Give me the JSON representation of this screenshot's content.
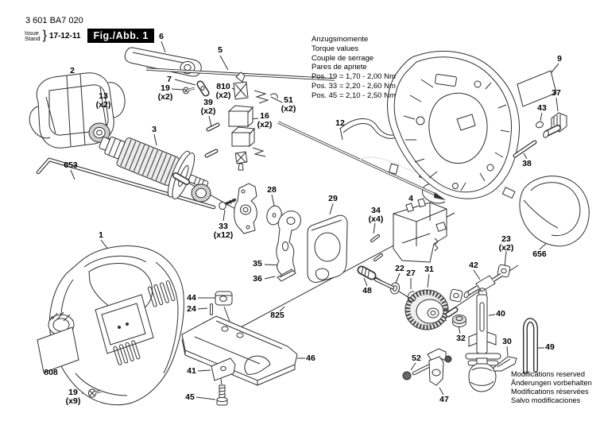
{
  "header": {
    "type_number": "3 601 BA7 020",
    "issue_line1": "Issue",
    "issue_line2": "Stand",
    "issue_date": "17-12-11",
    "figure_label": "Fig./Abb. 1"
  },
  "torque_note": {
    "lines": [
      "Anzugsmomente",
      "Torque values",
      "Couple de serrage",
      "Pares de apriete",
      "Pos. 19 = 1,70 - 2,00 Nm",
      "Pos. 33 = 2,20 - 2,60 Nm",
      "Pos. 45 = 2,10 - 2,50 Nm"
    ]
  },
  "footer_note": {
    "lines": [
      "Modifications reserved",
      "Änderungen vorbehalten",
      "Modifications réservées",
      "Salvo modificaciones"
    ]
  },
  "parts": {
    "p1": {
      "num": "1",
      "qty": ""
    },
    "p2": {
      "num": "2",
      "qty": ""
    },
    "p3": {
      "num": "3",
      "qty": ""
    },
    "p4": {
      "num": "4",
      "qty": ""
    },
    "p5": {
      "num": "5",
      "qty": ""
    },
    "p6": {
      "num": "6",
      "qty": ""
    },
    "p7": {
      "num": "7",
      "qty": ""
    },
    "p9": {
      "num": "9",
      "qty": ""
    },
    "p12": {
      "num": "12",
      "qty": ""
    },
    "p13": {
      "num": "13",
      "qty": "(x2)"
    },
    "p16": {
      "num": "16",
      "qty": "(x2)"
    },
    "p19a": {
      "num": "19",
      "qty": "(x2)"
    },
    "p19b": {
      "num": "19",
      "qty": "(x9)"
    },
    "p22": {
      "num": "22",
      "qty": ""
    },
    "p23": {
      "num": "23",
      "qty": "(x2)"
    },
    "p24": {
      "num": "24",
      "qty": ""
    },
    "p27": {
      "num": "27",
      "qty": ""
    },
    "p28": {
      "num": "28",
      "qty": ""
    },
    "p29": {
      "num": "29",
      "qty": ""
    },
    "p30": {
      "num": "30",
      "qty": ""
    },
    "p31": {
      "num": "31",
      "qty": ""
    },
    "p32": {
      "num": "32",
      "qty": ""
    },
    "p33": {
      "num": "33",
      "qty": "(x12)"
    },
    "p34": {
      "num": "34",
      "qty": "(x4)"
    },
    "p35": {
      "num": "35",
      "qty": ""
    },
    "p36": {
      "num": "36",
      "qty": ""
    },
    "p37": {
      "num": "37",
      "qty": ""
    },
    "p38": {
      "num": "38",
      "qty": ""
    },
    "p39": {
      "num": "39",
      "qty": "(x2)"
    },
    "p40": {
      "num": "40",
      "qty": ""
    },
    "p41": {
      "num": "41",
      "qty": ""
    },
    "p42": {
      "num": "42",
      "qty": ""
    },
    "p43": {
      "num": "43",
      "qty": ""
    },
    "p44": {
      "num": "44",
      "qty": ""
    },
    "p45": {
      "num": "45",
      "qty": ""
    },
    "p46": {
      "num": "46",
      "qty": ""
    },
    "p47": {
      "num": "47",
      "qty": ""
    },
    "p48": {
      "num": "48",
      "qty": ""
    },
    "p49": {
      "num": "49",
      "qty": ""
    },
    "p51": {
      "num": "51",
      "qty": "(x2)"
    },
    "p52": {
      "num": "52",
      "qty": ""
    },
    "p653": {
      "num": "653",
      "qty": ""
    },
    "p656": {
      "num": "656",
      "qty": ""
    },
    "p808": {
      "num": "808",
      "qty": ""
    },
    "p810": {
      "num": "810",
      "qty": "(x2)"
    },
    "p825": {
      "num": "825",
      "qty": ""
    }
  }
}
